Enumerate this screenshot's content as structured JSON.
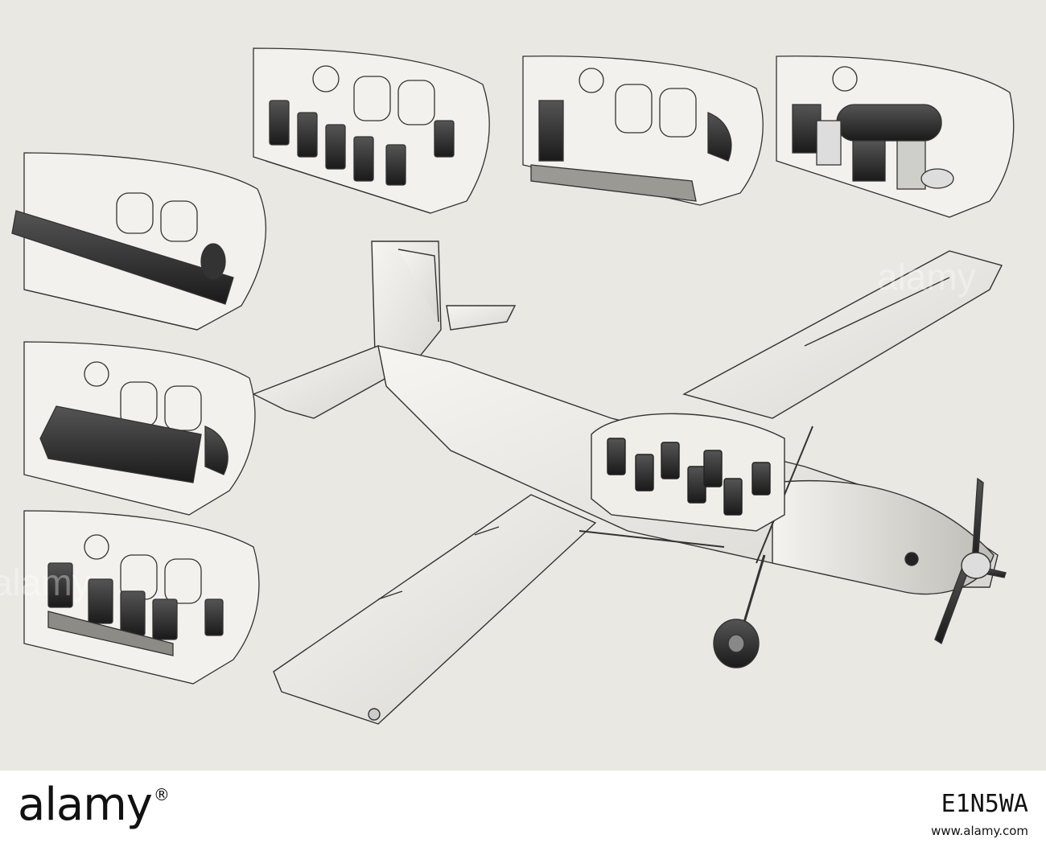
{
  "footer": {
    "brand": "alamy",
    "image_id": "E1N5WA",
    "site": "www.alamy.com"
  },
  "watermark": {
    "text": "alamy"
  },
  "colors": {
    "paper": "#e9e8e3",
    "ink": "#1e1e1e",
    "footer_bg": "#ffffff"
  }
}
